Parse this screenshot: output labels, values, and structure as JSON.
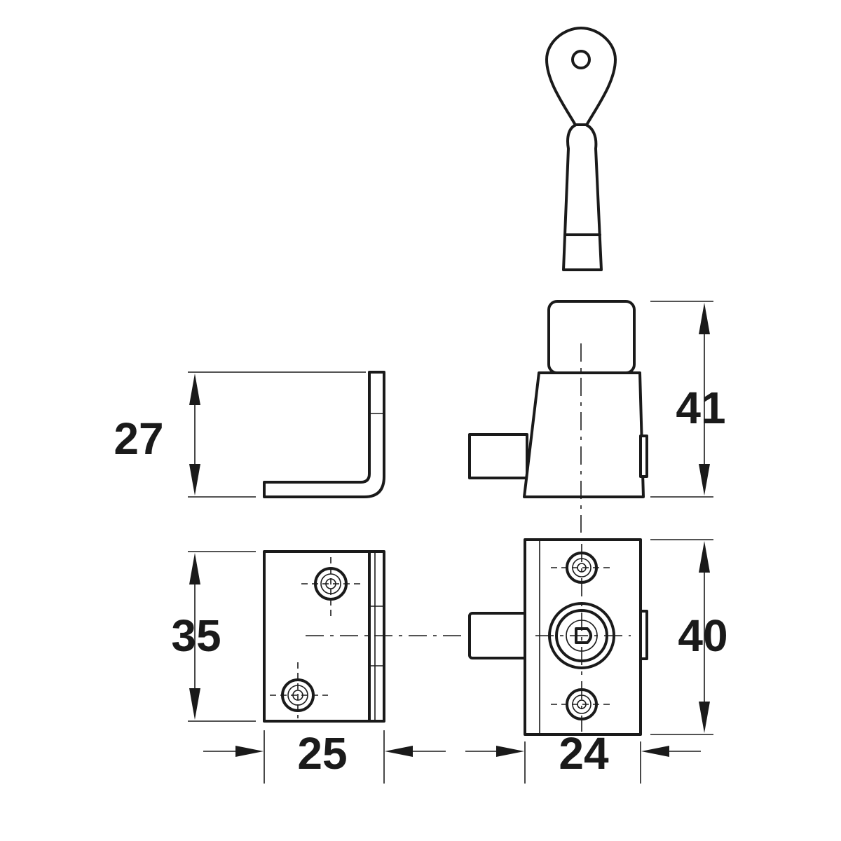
{
  "dimensions": {
    "staple_height": "27",
    "lock_height": "41",
    "staple_plate_height": "35",
    "lock_plate_height": "40",
    "staple_width": "25",
    "lock_width": "24"
  },
  "colors": {
    "line": "#1a1a1a",
    "background": "#ffffff"
  }
}
